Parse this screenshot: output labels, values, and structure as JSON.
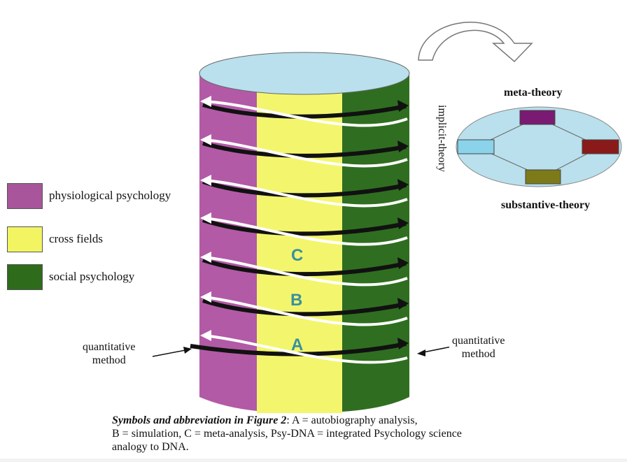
{
  "legend": [
    {
      "label": "physiological psychology",
      "color": "#a8559b"
    },
    {
      "label": "cross fields",
      "color": "#f2f561"
    },
    {
      "label": "social psychology",
      "color": "#2e6b1b"
    }
  ],
  "cylinder": {
    "colors": {
      "purple": "#b25aa6",
      "yellow": "#f3f66c",
      "green": "#2f6e20",
      "top": "#b9e0ec"
    },
    "letters": {
      "a": "A",
      "b": "B",
      "c": "C"
    },
    "quantitative_left": [
      "quantitative",
      "method"
    ],
    "quantitative_right": [
      "quantitative",
      "method"
    ]
  },
  "theory": {
    "meta": "meta-theory",
    "implicit": "implicit-theory",
    "substantive": "substantive-theory",
    "ellipse_color": "#b9e0ec",
    "box_colors": {
      "top": "#7a1a72",
      "left": "#8ad3ea",
      "right": "#8a1a1a",
      "bottom": "#7d7a1a"
    }
  },
  "caption": {
    "title": "Symbols and abbreviation in Figure 2",
    "text1": ": A = autobiography analysis,",
    "line2": "B = simulation, C = meta-analysis, Psy-DNA = integrated Psychology science",
    "line3": "analogy to DNA."
  }
}
